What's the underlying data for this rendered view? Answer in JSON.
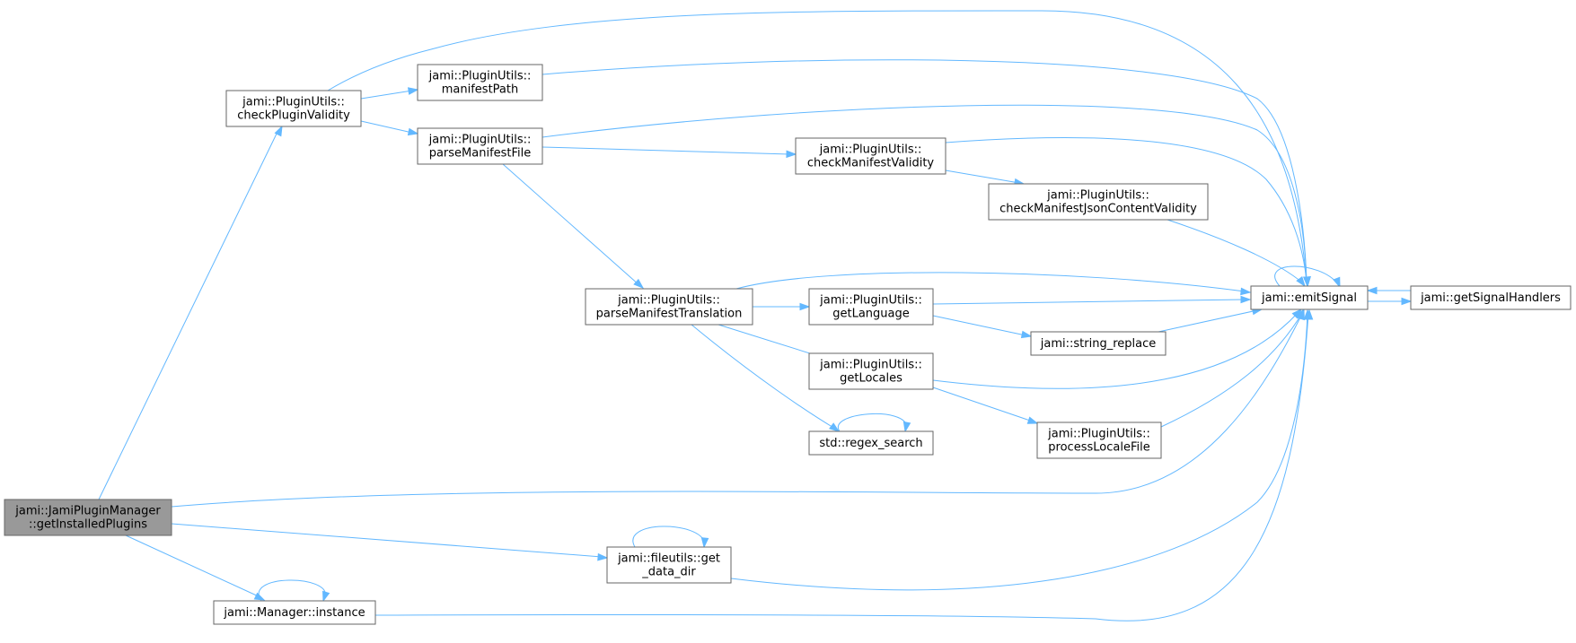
{
  "diagram": {
    "nodes": {
      "getInstalledPlugins": {
        "lines": [
          "jami::JamiPluginManager",
          "::getInstalledPlugins"
        ],
        "root": true
      },
      "checkPluginValidity": {
        "lines": [
          "jami::PluginUtils::",
          "checkPluginValidity"
        ]
      },
      "manifestPath": {
        "lines": [
          "jami::PluginUtils::",
          "manifestPath"
        ]
      },
      "parseManifestFile": {
        "lines": [
          "jami::PluginUtils::",
          "parseManifestFile"
        ]
      },
      "checkManifestValidity": {
        "lines": [
          "jami::PluginUtils::",
          "checkManifestValidity"
        ]
      },
      "checkManifestJsonContentValidity": {
        "lines": [
          "jami::PluginUtils::",
          "checkManifestJsonContentValidity"
        ]
      },
      "parseManifestTranslation": {
        "lines": [
          "jami::PluginUtils::",
          "parseManifestTranslation"
        ]
      },
      "getLanguage": {
        "lines": [
          "jami::PluginUtils::",
          "getLanguage"
        ]
      },
      "getLocales": {
        "lines": [
          "jami::PluginUtils::",
          "getLocales"
        ]
      },
      "regex_search": {
        "lines": [
          "std::regex_search"
        ]
      },
      "string_replace": {
        "lines": [
          "jami::string_replace"
        ]
      },
      "processLocaleFile": {
        "lines": [
          "jami::PluginUtils::",
          "processLocaleFile"
        ]
      },
      "emitSignal": {
        "lines": [
          "jami::emitSignal"
        ]
      },
      "getSignalHandlers": {
        "lines": [
          "jami::getSignalHandlers"
        ]
      },
      "get_data_dir": {
        "lines": [
          "jami::fileutils::get",
          "_data_dir"
        ]
      },
      "instance": {
        "lines": [
          "jami::Manager::instance"
        ]
      }
    },
    "edges": [
      [
        "getInstalledPlugins",
        "checkPluginValidity"
      ],
      [
        "getInstalledPlugins",
        "emitSignal"
      ],
      [
        "getInstalledPlugins",
        "get_data_dir"
      ],
      [
        "getInstalledPlugins",
        "instance"
      ],
      [
        "checkPluginValidity",
        "emitSignal"
      ],
      [
        "checkPluginValidity",
        "manifestPath"
      ],
      [
        "checkPluginValidity",
        "parseManifestFile"
      ],
      [
        "manifestPath",
        "emitSignal"
      ],
      [
        "parseManifestFile",
        "emitSignal"
      ],
      [
        "parseManifestFile",
        "checkManifestValidity"
      ],
      [
        "parseManifestFile",
        "parseManifestTranslation"
      ],
      [
        "checkManifestValidity",
        "emitSignal"
      ],
      [
        "checkManifestValidity",
        "checkManifestJsonContentValidity"
      ],
      [
        "checkManifestJsonContentValidity",
        "emitSignal"
      ],
      [
        "parseManifestTranslation",
        "emitSignal"
      ],
      [
        "parseManifestTranslation",
        "getLanguage"
      ],
      [
        "parseManifestTranslation",
        "getLocales"
      ],
      [
        "parseManifestTranslation",
        "regex_search"
      ],
      [
        "getLanguage",
        "emitSignal"
      ],
      [
        "getLanguage",
        "string_replace"
      ],
      [
        "string_replace",
        "emitSignal"
      ],
      [
        "getLocales",
        "emitSignal"
      ],
      [
        "getLocales",
        "processLocaleFile"
      ],
      [
        "processLocaleFile",
        "emitSignal"
      ],
      [
        "regex_search",
        "regex_search"
      ],
      [
        "emitSignal",
        "emitSignal"
      ],
      [
        "emitSignal",
        "getSignalHandlers"
      ],
      [
        "getSignalHandlers",
        "emitSignal"
      ],
      [
        "get_data_dir",
        "get_data_dir"
      ],
      [
        "get_data_dir",
        "emitSignal"
      ],
      [
        "instance",
        "instance"
      ],
      [
        "instance",
        "emitSignal"
      ]
    ]
  }
}
